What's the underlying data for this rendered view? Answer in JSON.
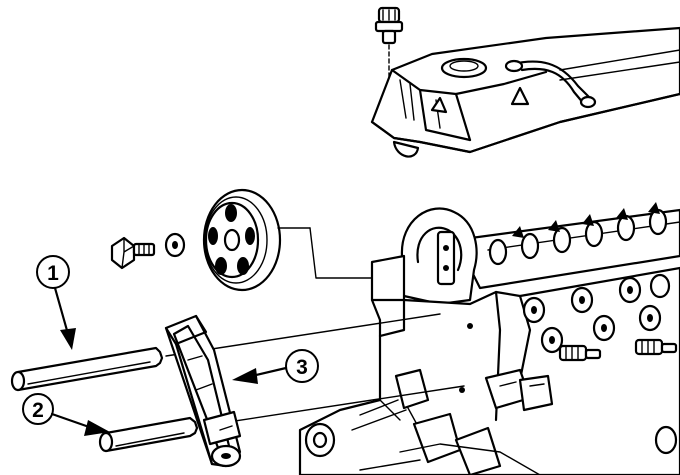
{
  "callouts": [
    {
      "id": 1,
      "label": "1"
    },
    {
      "id": 2,
      "label": "2"
    },
    {
      "id": 3,
      "label": "3"
    }
  ]
}
